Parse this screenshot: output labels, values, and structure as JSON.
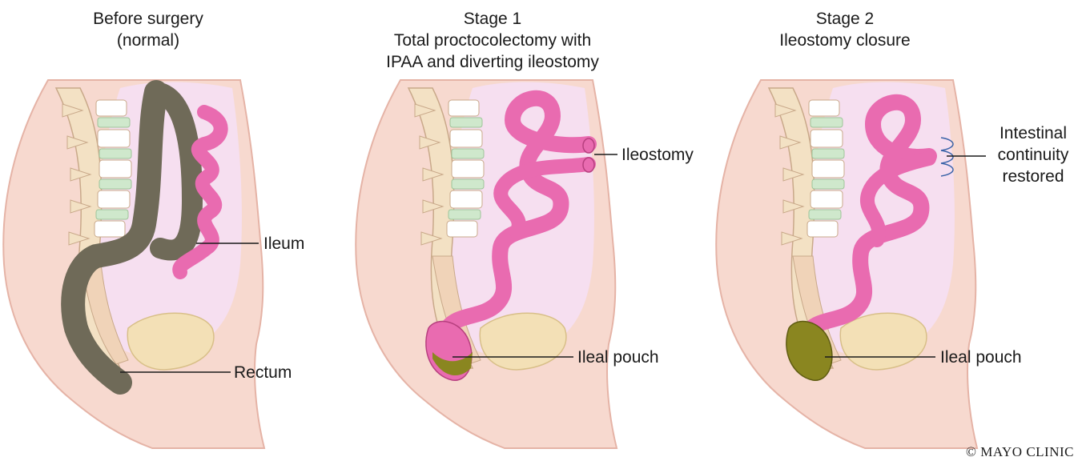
{
  "panels": [
    {
      "title_lines": [
        "Before surgery",
        "(normal)"
      ]
    },
    {
      "title_lines": [
        "Stage 1",
        "Total proctocolectomy with",
        "IPAA and diverting ileostomy"
      ]
    },
    {
      "title_lines": [
        "Stage 2",
        "Ileostomy closure"
      ]
    }
  ],
  "labels": {
    "ileum": "Ileum",
    "rectum": "Rectum",
    "ileostomy": "Ileostomy",
    "ileal_pouch_1": "Ileal pouch",
    "ileal_pouch_2": "Ileal pouch",
    "continuity": [
      "Intestinal",
      "continuity",
      "restored"
    ]
  },
  "copyright": "© MAYO CLINIC",
  "colors": {
    "skin": "#f7d9cf",
    "skin_outline": "#e5b3a6",
    "cavity": "#f6dff0",
    "spine_bone": "#f3e1c4",
    "disc": "#cfe8cc",
    "small_intestine": "#e96bb0",
    "colon": "#6f6a58",
    "pouch_stool": "#8a8620",
    "bladder": "#f3e0b6"
  }
}
